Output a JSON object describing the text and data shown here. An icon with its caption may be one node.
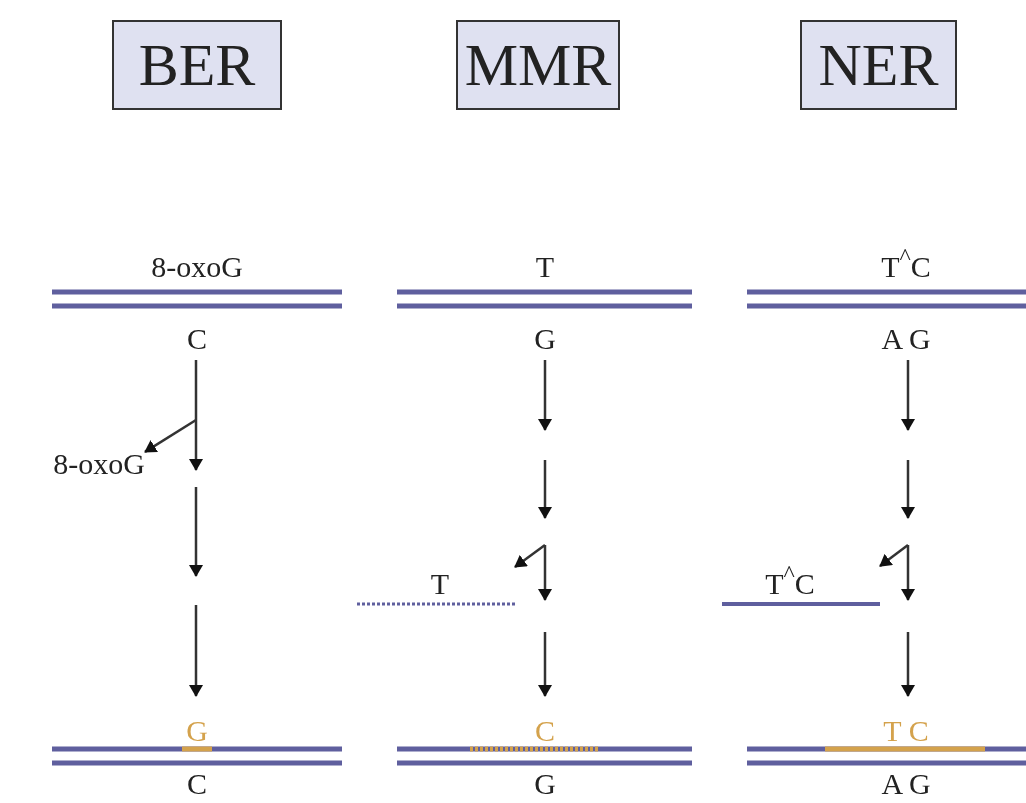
{
  "diagram": {
    "nodes": [
      {
        "text": [
          "BER"
        ]
      },
      {
        "text": [
          "MMR"
        ]
      },
      {
        "text": [
          "NER"
        ]
      },
      {
        "text": [
          "8-oxoG",
          "C"
        ]
      },
      {
        "text": [
          "T",
          "G"
        ]
      },
      {
        "text": [
          "T$^{^}$C",
          "A G"
        ]
      },
      {
        "text": [
          "8-oxoG"
        ]
      },
      {
        "text": [
          "T"
        ]
      },
      {
        "text": [
          "T$^{^}$C"
        ]
      },
      {
        "text": [
          "G",
          "C"
        ]
      },
      {
        "text": [
          "C",
          "G"
        ]
      },
      {
        "text": [
          "T C",
          "A G"
        ]
      }
    ],
    "edges": [
      {
        "from": 3,
        "to": null,
        "arrow": "to"
      },
      {
        "from": null,
        "to": 6,
        "arrow": "to"
      },
      {
        "from": null,
        "to": 9,
        "arrow": "to"
      },
      {
        "from": 4,
        "to": null,
        "arrow": "to"
      },
      {
        "from": null,
        "to": 7,
        "arrow": "to"
      },
      {
        "from": null,
        "to": 10,
        "arrow": "to"
      },
      {
        "from": 5,
        "to": null,
        "arrow": "to"
      },
      {
        "from": null,
        "to": 8,
        "arrow": "to"
      },
      {
        "from": null,
        "to": 11,
        "arrow": "to"
      }
    ]
  }
}
